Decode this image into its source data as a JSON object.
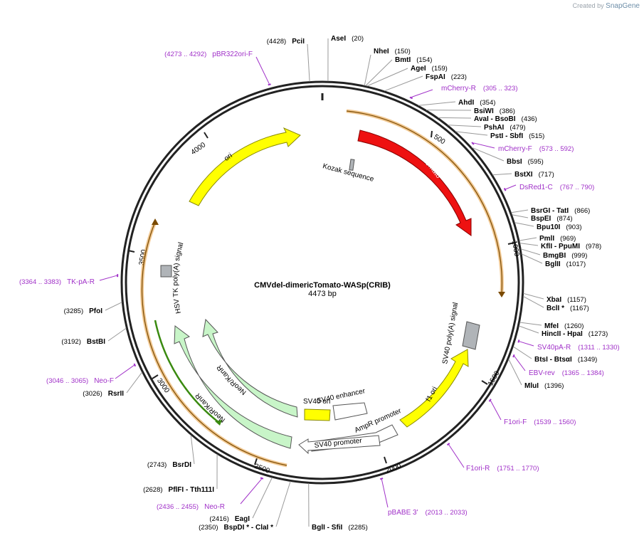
{
  "credit": {
    "prefix": "Created by",
    "brand": "SnapGene"
  },
  "center": {
    "title": "CMVdel-dimericTomato-WASp(CRIB)",
    "subtitle": "4473 bp"
  },
  "total_bp": 4473,
  "ticks": [
    "500",
    "1000",
    "1500",
    "2000",
    "2500",
    "3000",
    "3500",
    "4000"
  ],
  "sites": [
    {
      "name": "PciI",
      "pos": "(4428)",
      "side": "left"
    },
    {
      "name": "AseI",
      "pos": "(20)",
      "side": "right"
    },
    {
      "name": "NheI",
      "pos": "(150)",
      "side": "right"
    },
    {
      "name": "BmtI",
      "pos": "(154)",
      "side": "right"
    },
    {
      "name": "AgeI",
      "pos": "(159)",
      "side": "right"
    },
    {
      "name": "FspAI",
      "pos": "(223)",
      "side": "right"
    },
    {
      "name": "AhdI",
      "pos": "(354)",
      "side": "right"
    },
    {
      "name": "BsiWI",
      "pos": "(386)",
      "side": "right"
    },
    {
      "name": "AvaI  - BsoBI",
      "pos": "(436)",
      "side": "right"
    },
    {
      "name": "PshAI",
      "pos": "(479)",
      "side": "right"
    },
    {
      "name": "PstI  - SbfI",
      "pos": "(515)",
      "side": "right"
    },
    {
      "name": "BbsI",
      "pos": "(595)",
      "side": "right"
    },
    {
      "name": "BstXI",
      "pos": "(717)",
      "side": "right"
    },
    {
      "name": "BsrGI  - TatI",
      "pos": "(866)",
      "side": "right"
    },
    {
      "name": "BspEI",
      "pos": "(874)",
      "side": "right"
    },
    {
      "name": "Bpu10I",
      "pos": "(903)",
      "side": "right"
    },
    {
      "name": "PmlI",
      "pos": "(969)",
      "side": "right"
    },
    {
      "name": "KflI  - PpuMI",
      "pos": "(978)",
      "side": "right"
    },
    {
      "name": "BmgBI",
      "pos": "(999)",
      "side": "right"
    },
    {
      "name": "BglII",
      "pos": "(1017)",
      "side": "right"
    },
    {
      "name": "XbaI",
      "pos": "(1157)",
      "side": "right"
    },
    {
      "name": "BclI *",
      "pos": "(1167)",
      "side": "right"
    },
    {
      "name": "MfeI",
      "pos": "(1260)",
      "side": "right"
    },
    {
      "name": "HincII  - HpaI",
      "pos": "(1273)",
      "side": "right"
    },
    {
      "name": "BtsI  - BtsαI",
      "pos": "(1349)",
      "side": "right"
    },
    {
      "name": "MluI",
      "pos": "(1396)",
      "side": "right"
    },
    {
      "name": "BglI  - SfiI",
      "pos": "(2285)",
      "side": "right"
    },
    {
      "name": "BspDI *  - ClaI *",
      "pos": "(2350)",
      "side": "left"
    },
    {
      "name": "EagI",
      "pos": "(2416)",
      "side": "left"
    },
    {
      "name": "PflFI  - Tth111I",
      "pos": "(2628)",
      "side": "left"
    },
    {
      "name": "BsrDI",
      "pos": "(2743)",
      "side": "left"
    },
    {
      "name": "RsrII",
      "pos": "(3026)",
      "side": "left"
    },
    {
      "name": "BstBI",
      "pos": "(3192)",
      "side": "left"
    },
    {
      "name": "PfoI",
      "pos": "(3285)",
      "side": "left"
    }
  ],
  "primers": [
    {
      "name": "pBR322ori-F",
      "pos": "(4273 .. 4292)",
      "side": "left"
    },
    {
      "name": "mCherry-R",
      "pos": "(305 .. 323)",
      "side": "right"
    },
    {
      "name": "mCherry-F",
      "pos": "(573 .. 592)",
      "side": "right"
    },
    {
      "name": "DsRed1-C",
      "pos": "(767 .. 790)",
      "side": "right"
    },
    {
      "name": "SV40pA-R",
      "pos": "(1311 .. 1330)",
      "side": "right"
    },
    {
      "name": "EBV-rev",
      "pos": "(1365 .. 1384)",
      "side": "right"
    },
    {
      "name": "F1ori-F",
      "pos": "(1539 .. 1560)",
      "side": "right"
    },
    {
      "name": "F1ori-R",
      "pos": "(1751 .. 1770)",
      "side": "right"
    },
    {
      "name": "pBABE 3'",
      "pos": "(2013 .. 2033)",
      "side": "right"
    },
    {
      "name": "Neo-R",
      "pos": "(2436 .. 2455)",
      "side": "left"
    },
    {
      "name": "Neo-F",
      "pos": "(3046 .. 3065)",
      "side": "left"
    },
    {
      "name": "TK-pA-R",
      "pos": "(3364 .. 3383)",
      "side": "left"
    }
  ],
  "features": {
    "dtomato": "dTomato",
    "ori": "ori",
    "kozak": "Kozak sequence",
    "hsv": "HSV TK poly(A) signal",
    "sv40pa": "SV40 poly(A) signal",
    "f1ori": "f1 ori",
    "sv40enh": "SV40 enhancer",
    "sv40ori": "SV40 ori",
    "ampr": "AmpR promoter",
    "sv40prom": "SV40 promoter",
    "neo1": "NeoR/KanR",
    "neo2": "NeoR/KanR"
  },
  "colors": {
    "dtomato": "#ee1111",
    "ori": "#ffff00",
    "orf": "#e8a44a",
    "neo": "#c8f5c8",
    "primer": "#a030c8",
    "site": "#999999",
    "grey": "#b0b4b8"
  }
}
